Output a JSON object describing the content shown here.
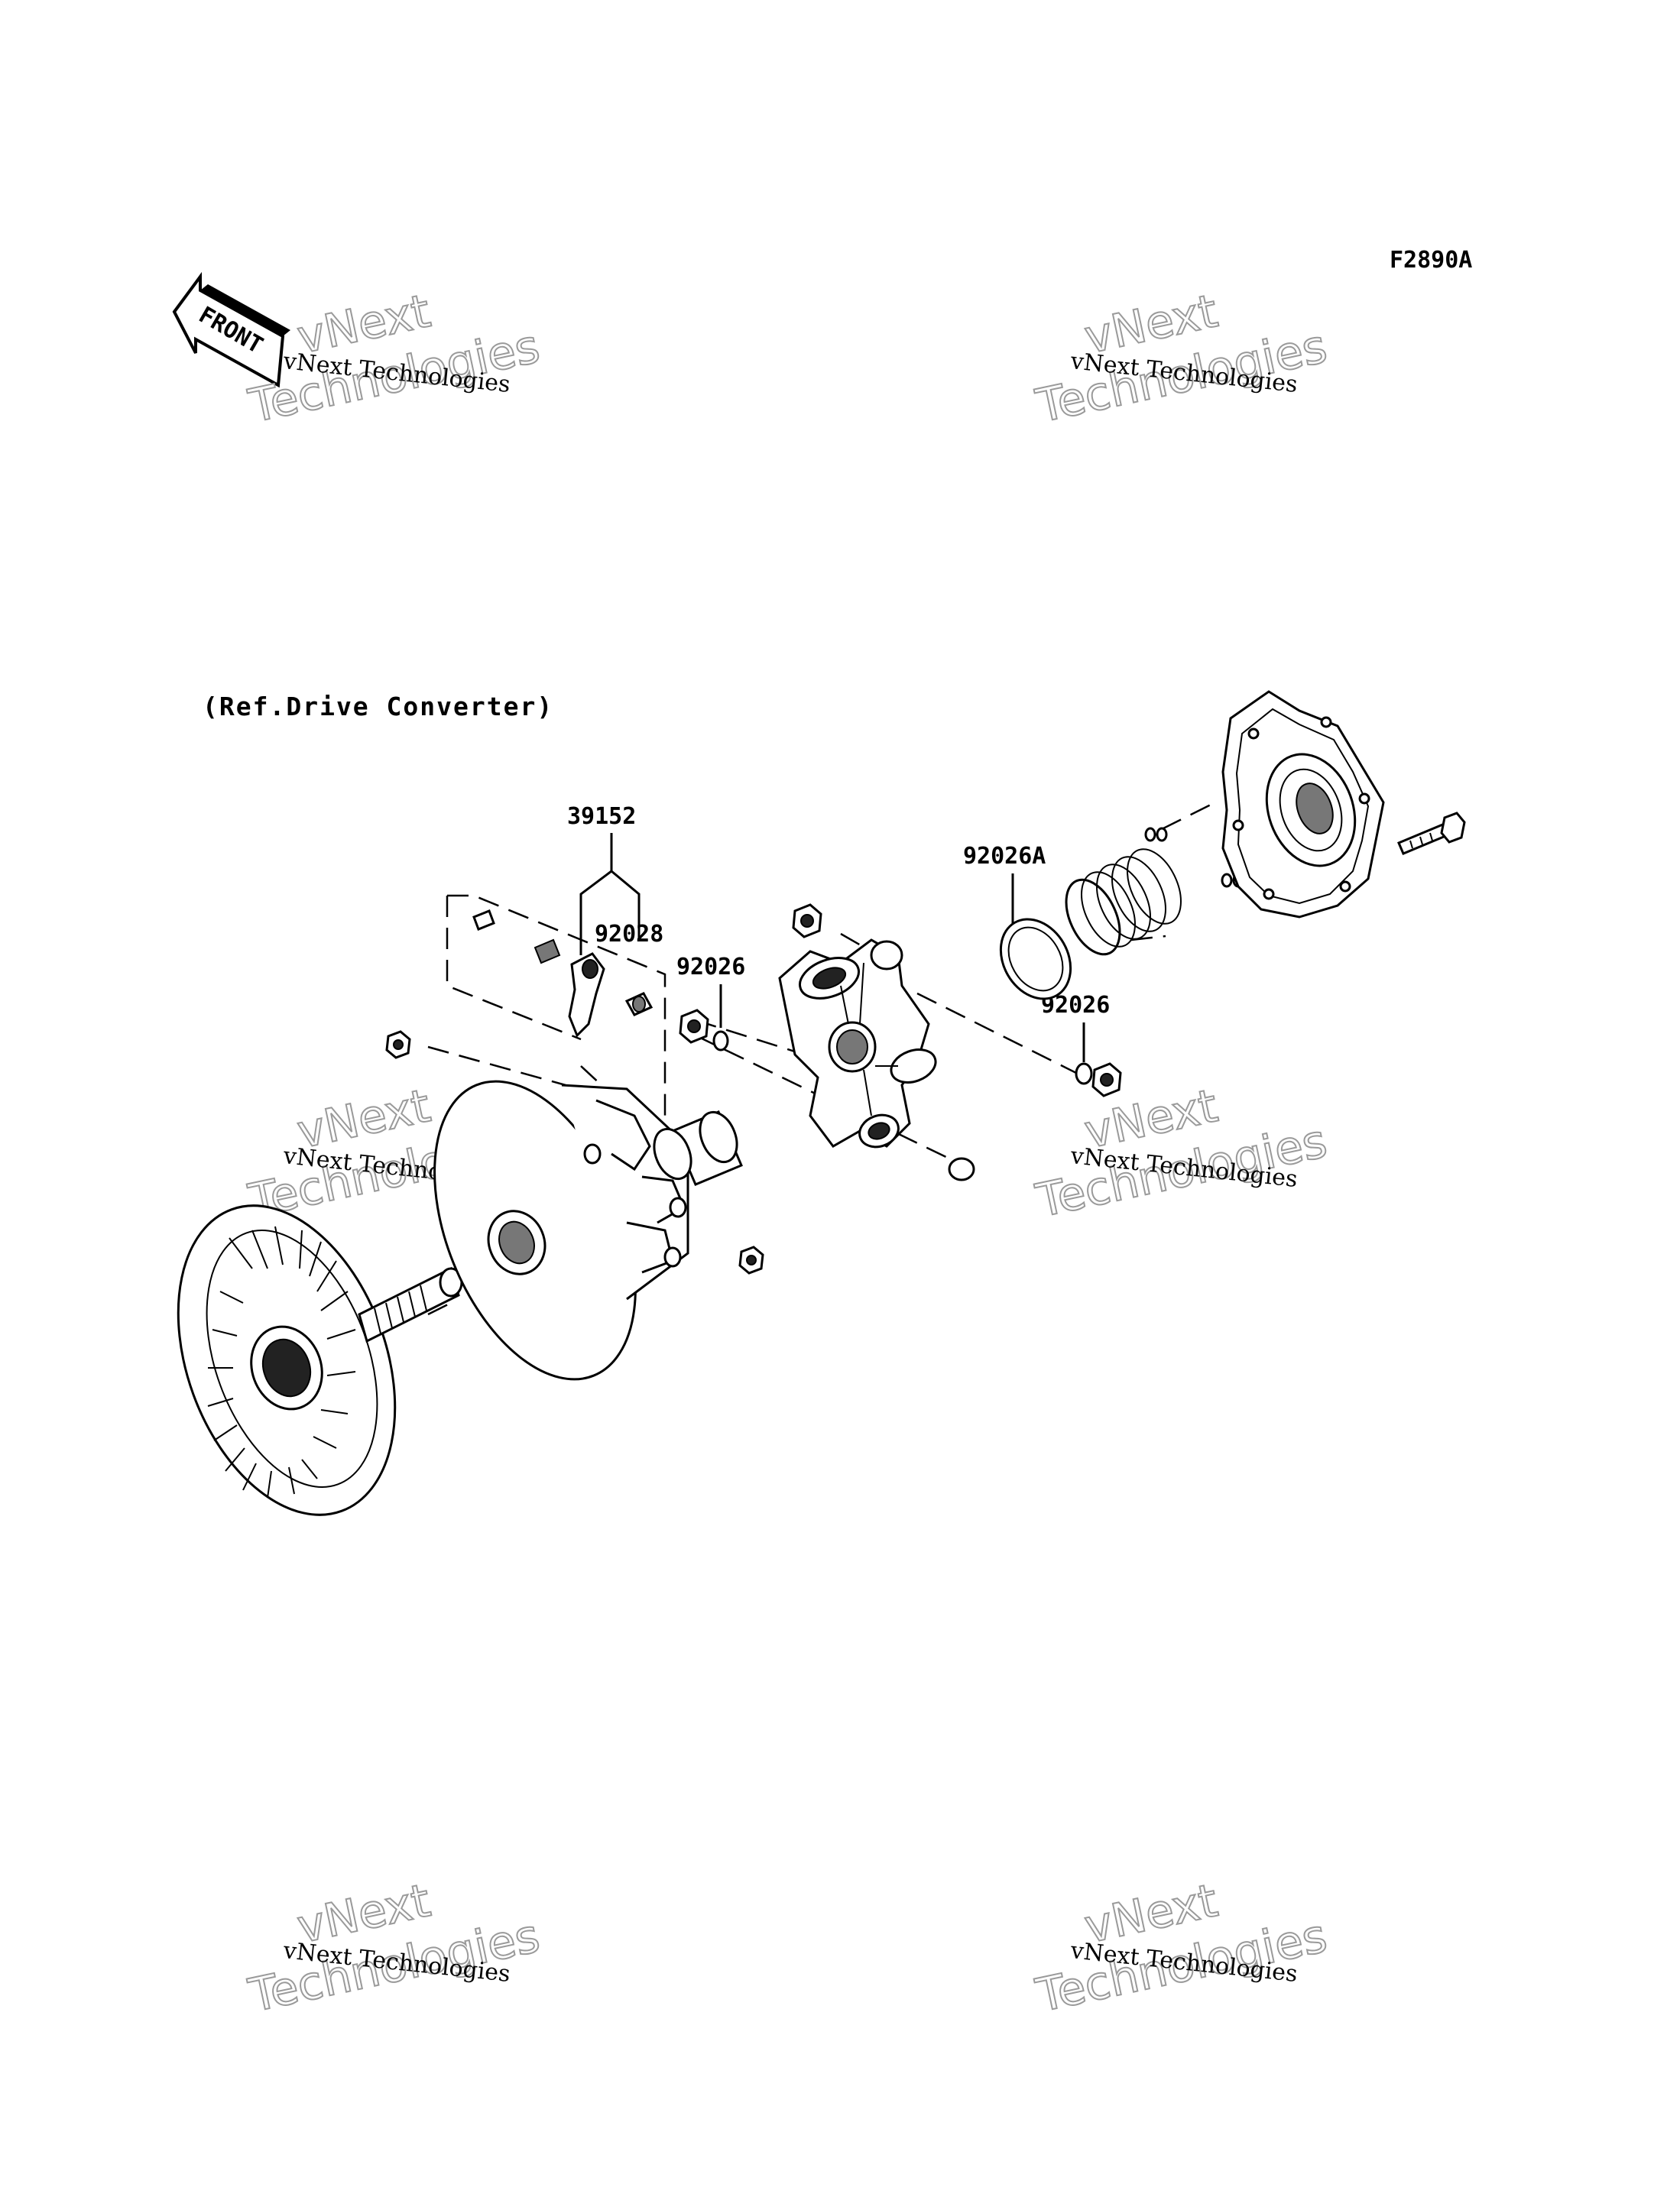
{
  "drawing_code": "F2890A",
  "front_label": "FRONT",
  "reference_note": "(Ref.Drive Converter)",
  "part_labels": {
    "l39152": "39152",
    "l92028": "92028",
    "l92026_a": "92026",
    "l92026A": "92026A",
    "l92026_b": "92026"
  },
  "watermark": {
    "line_small": "vNext Technologies",
    "line_big_top": "vNext",
    "line_big_bottom": "Technologies"
  }
}
